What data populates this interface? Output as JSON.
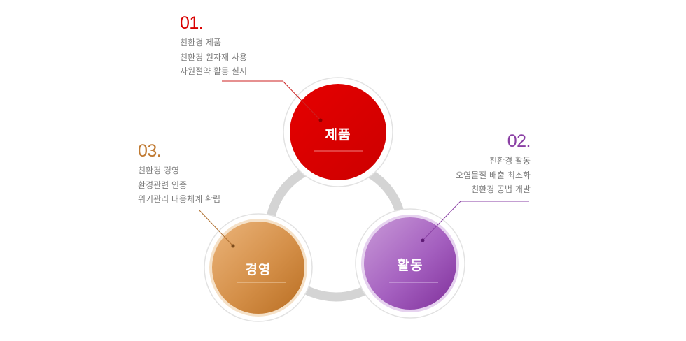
{
  "items": [
    {
      "id": "product",
      "label": "제품",
      "number": "01.",
      "lines": [
        "친환경 제품",
        "친환경 원자재 사용",
        "자원절약 활동 실시"
      ],
      "color": "#d90000"
    },
    {
      "id": "activity",
      "label": "활동",
      "number": "02.",
      "lines": [
        "친환경 활동",
        "오염물질 배출 최소화",
        "친환경 공법 개발"
      ],
      "color": "#8a3fa4"
    },
    {
      "id": "management",
      "label": "경영",
      "number": "03.",
      "lines": [
        "친환경 경영",
        "환경관련 인증",
        "위기관리 대응체계 확립"
      ],
      "color": "#c07a32"
    }
  ]
}
